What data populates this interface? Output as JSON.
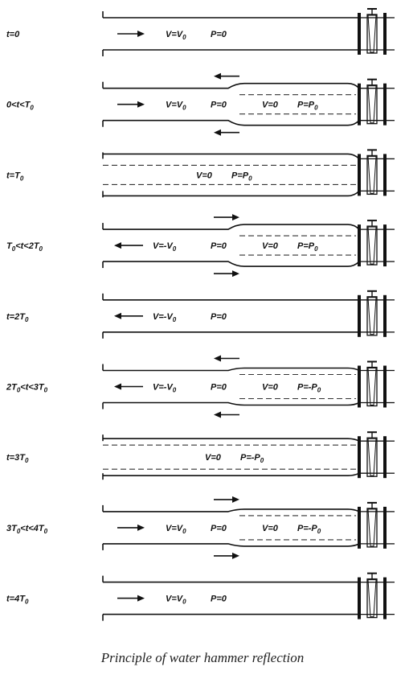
{
  "caption": "Principle of water hammer reflection",
  "panels": [
    {
      "time": [
        "t=0"
      ],
      "region": "none",
      "labels": [
        [
          "V=V",
          "0"
        ],
        [
          "P=0"
        ]
      ],
      "left_arrow": "right",
      "region_arrows": "none",
      "region_labels": []
    },
    {
      "time": [
        "0<t<T",
        "0"
      ],
      "region": "right",
      "labels": [
        [
          "V=V",
          "0"
        ],
        [
          "P=0"
        ]
      ],
      "left_arrow": "right",
      "region_arrows": "left",
      "region_labels": [
        [
          "V=0"
        ],
        [
          "P=P",
          "0"
        ]
      ]
    },
    {
      "time": [
        "t=T",
        "0"
      ],
      "region": "full",
      "labels": [],
      "left_arrow": "none",
      "region_arrows": "none",
      "region_labels": [
        [
          "V=0"
        ],
        [
          "P=P",
          "0"
        ]
      ]
    },
    {
      "time": [
        "T",
        "0",
        "<t<2T",
        "0"
      ],
      "region": "right",
      "labels": [
        [
          "V=-V",
          "0"
        ],
        [
          "P=0"
        ]
      ],
      "left_arrow": "left",
      "region_arrows": "right",
      "region_labels": [
        [
          "V=0"
        ],
        [
          "P=P",
          "0"
        ]
      ]
    },
    {
      "time": [
        "t=2T",
        "0"
      ],
      "region": "none",
      "labels": [
        [
          "V=-V",
          "0"
        ],
        [
          "P=0"
        ]
      ],
      "left_arrow": "left",
      "region_arrows": "none",
      "region_labels": []
    },
    {
      "time": [
        "2T",
        "0",
        "<t<3T",
        "0"
      ],
      "region": "right-narrow",
      "labels": [
        [
          "V=-V",
          "0"
        ],
        [
          "P=0"
        ]
      ],
      "left_arrow": "left",
      "region_arrows": "left",
      "region_labels": [
        [
          "V=0"
        ],
        [
          "P=-P",
          "0"
        ]
      ]
    },
    {
      "time": [
        "t=3T",
        "0"
      ],
      "region": "full-narrow",
      "labels": [],
      "left_arrow": "none",
      "region_arrows": "none",
      "region_labels": [
        [
          "V=0"
        ],
        [
          "P=-P",
          "0"
        ]
      ]
    },
    {
      "time": [
        "3T",
        "0",
        "<t<4T",
        "0"
      ],
      "region": "right-narrow",
      "labels": [
        [
          "V=V",
          "0"
        ],
        [
          "P=0"
        ]
      ],
      "left_arrow": "right",
      "region_arrows": "right",
      "region_labels": [
        [
          "V=0"
        ],
        [
          "P=-P",
          "0"
        ]
      ]
    },
    {
      "time": [
        "t=4T",
        "0"
      ],
      "region": "none",
      "labels": [
        [
          "V=V",
          "0"
        ],
        [
          "P=0"
        ]
      ],
      "left_arrow": "right",
      "region_arrows": "none",
      "region_labels": []
    }
  ]
}
